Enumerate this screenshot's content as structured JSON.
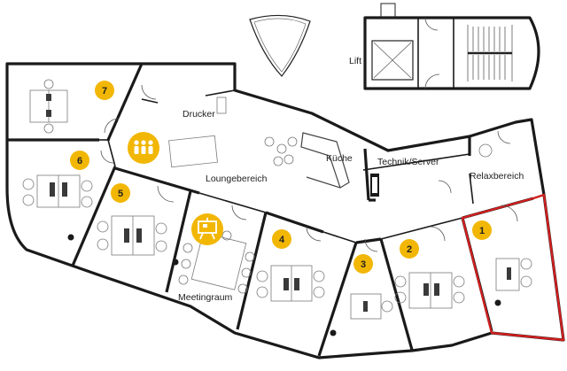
{
  "rooms": {
    "drucker": "Drucker",
    "kueche": "Küche",
    "loungebereich": "Loungebereich",
    "technik_server": "Technik/Server",
    "relaxbereich": "Relaxbereich",
    "meetingraum": "Meetingraum",
    "lift": "Lift"
  },
  "offices": [
    {
      "number": "1",
      "highlighted": true
    },
    {
      "number": "2",
      "highlighted": false
    },
    {
      "number": "3",
      "highlighted": false
    },
    {
      "number": "4",
      "highlighted": false
    },
    {
      "number": "5",
      "highlighted": false
    },
    {
      "number": "6",
      "highlighted": false
    },
    {
      "number": "7",
      "highlighted": false
    }
  ],
  "icons": {
    "lounge": "people-group-icon",
    "meeting": "presentation-board-icon"
  },
  "colors": {
    "badge": "#f2b705",
    "highlight_outline": "#d11f1f",
    "wall": "#1a1a1a",
    "furniture": "#7a7a7a"
  }
}
